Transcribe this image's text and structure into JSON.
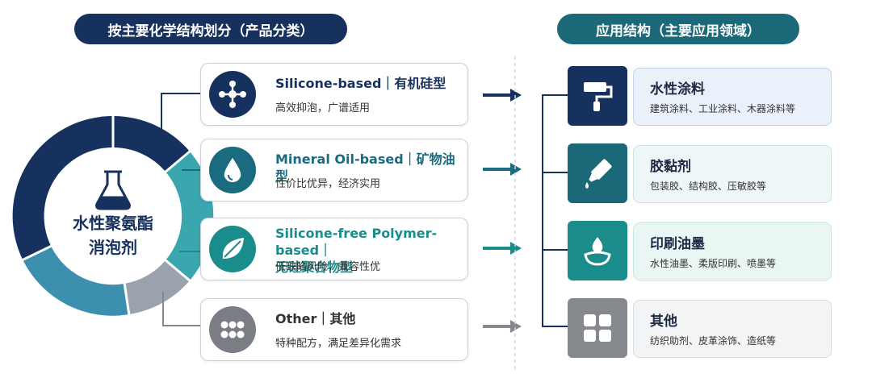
{
  "headers": {
    "left": "按主要化学结构划分（产品分类）",
    "right": "应用结构（主要应用领域）"
  },
  "center": {
    "title_line1": "水性聚氨酯",
    "title_line2": "消泡剂",
    "segments": [
      {
        "color": "#16315e"
      },
      {
        "color": "#3aa6ad"
      },
      {
        "color": "#9aa3ad"
      },
      {
        "color": "#3c8fae"
      }
    ]
  },
  "categories": [
    {
      "title": "Silicone-based｜有机硅型",
      "desc": "高效抑泡，广谱适用",
      "color": "#16315e",
      "icon": "molecule-icon"
    },
    {
      "title": "Mineral Oil-based｜矿物油型",
      "desc": "性价比优异，经济实用",
      "color": "#1b6b80",
      "icon": "oil-drop-icon"
    },
    {
      "title_line1": "Silicone-free Polymer-based｜",
      "title_line2": "无硅聚合物型",
      "desc": "低缺陷风险，兼容性优",
      "color": "#1a8c8c",
      "icon": "leaf-icon"
    },
    {
      "title": "Other｜其他",
      "desc": "特种配方，满足差异化需求",
      "color": "#7a7e84",
      "icon": "dots-grid-icon"
    }
  ],
  "applications": [
    {
      "title": "水性涂料",
      "desc": "建筑涂料、工业涂料、木器涂料等",
      "icon_bg": "#16315e",
      "card_bg": "#eaf1fb",
      "card_border": "#c5d4ea",
      "icon": "paint-roller-icon"
    },
    {
      "title": "胶黏剂",
      "desc": "包装胶、结构胶、压敏胶等",
      "icon_bg": "#1b6878",
      "card_bg": "#eef6f7",
      "card_border": "#cde2e6",
      "icon": "glue-tube-icon"
    },
    {
      "title": "印刷油墨",
      "desc": "水性油墨、柔版印刷、喷墨等",
      "icon_bg": "#1a8c8c",
      "card_bg": "#eaf6f4",
      "card_border": "#c8e6e0",
      "icon": "ink-drop-icon"
    },
    {
      "title": "其他",
      "desc": "纺织助剂、皮革涂饰、造纸等",
      "icon_bg": "#85898e",
      "card_bg": "#f3f4f5",
      "card_border": "#d9dcdf",
      "icon": "grid-squares-icon"
    }
  ],
  "colors": {
    "navy": "#16315e",
    "teal_dark": "#1b6878",
    "teal": "#1a8c8c",
    "gray": "#85898e"
  }
}
